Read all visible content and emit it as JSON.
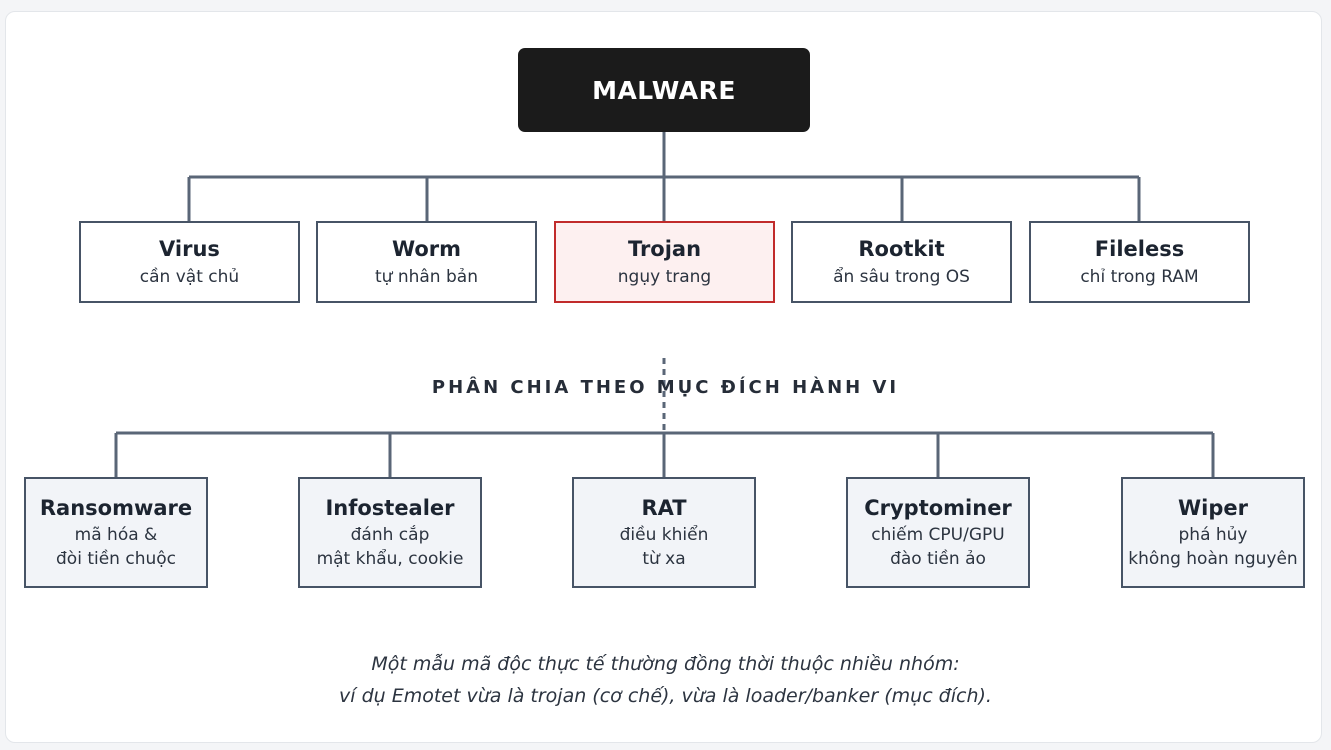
{
  "root": {
    "label": "MALWARE"
  },
  "mechanism_types": [
    {
      "title": "Virus",
      "subtitle": "cần vật chủ"
    },
    {
      "title": "Worm",
      "subtitle": "tự nhân bản"
    },
    {
      "title": "Trojan",
      "subtitle": "ngụy trang",
      "highlighted": true
    },
    {
      "title": "Rootkit",
      "subtitle": "ẩn sâu trong OS"
    },
    {
      "title": "Fileless",
      "subtitle": "chỉ trong RAM"
    }
  ],
  "section_label": "PHÂN CHIA THEO MỤC ĐÍCH HÀNH VI",
  "purpose_types": [
    {
      "title": "Ransomware",
      "lines": [
        "mã hóa &",
        "đòi tiền chuộc"
      ]
    },
    {
      "title": "Infostealer",
      "lines": [
        "đánh cắp",
        "mật khẩu, cookie"
      ]
    },
    {
      "title": "RAT",
      "lines": [
        "điều khiển",
        "từ xa"
      ]
    },
    {
      "title": "Cryptominer",
      "lines": [
        "chiếm CPU/GPU",
        "đào tiền ảo"
      ]
    },
    {
      "title": "Wiper",
      "lines": [
        "phá hủy",
        "không hoàn nguyên"
      ]
    }
  ],
  "note": {
    "line1": "Một mẫu mã độc thực tế thường đồng thời thuộc nhiều nhóm:",
    "line2": "ví dụ Emotet vừa là trojan (cơ chế), vừa là loader/banker (mục đích)."
  },
  "colors": {
    "root_bg": "#1b1b1b",
    "connector": "#5a6677",
    "highlight_border": "#c12b2b",
    "highlight_bg": "#fdf0f0",
    "purpose_bg": "#f2f4f8"
  }
}
